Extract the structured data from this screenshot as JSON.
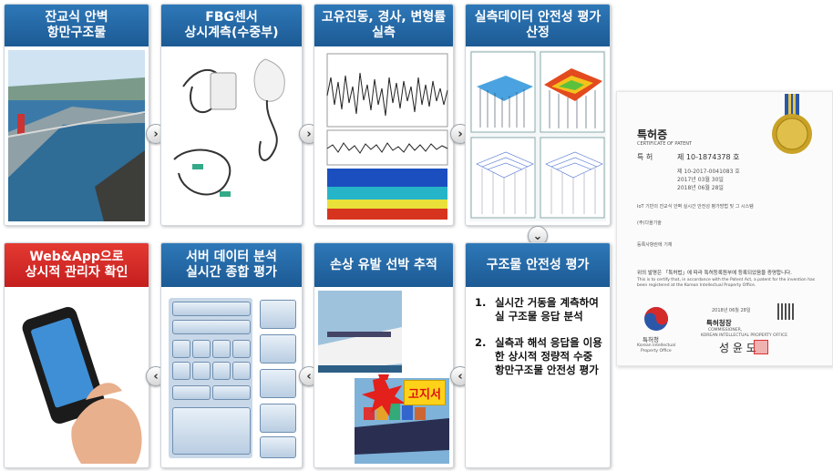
{
  "cards": {
    "c1": {
      "title_line1": "잔교식 안벽",
      "title_line2": "항만구조물"
    },
    "c2": {
      "title_line1": "FBG센서",
      "title_line2": "상시계측(수중부)"
    },
    "c3": {
      "title_line1": "고유진동, 경사, 변형률",
      "title_line2": "실측"
    },
    "c4": {
      "title_line1": "실측데이터 안전성 평가",
      "title_line2": "산정"
    },
    "c5": {
      "title_line1": "Web&App으로",
      "title_line2": "상시적 관리자 확인"
    },
    "c6": {
      "title_line1": "서버 데이터 분석",
      "title_line2": "실시간 종합 평가"
    },
    "c7": {
      "title": "손상 유발 선박 추적",
      "alert_label": "고지서"
    },
    "c8": {
      "title": "구조물 안전성 평가",
      "steps": [
        {
          "num": "1.",
          "text": "실시간 거동을 계측하여 실 구조물 응답 분석"
        },
        {
          "num": "2.",
          "text": "실측과 해석 응답을 이용한 상시적 정량적 수중 항만구조물 안전성 평가"
        }
      ]
    }
  },
  "arrows": {
    "right": "›",
    "left": "‹",
    "down": "⌄"
  },
  "certificate": {
    "title": "특허증",
    "subtitle": "CERTIFICATE OF PATENT",
    "patent_label": "특 허",
    "patent_number": "제 10-1874378 호",
    "app_number": "제 10-2017-0041083 호",
    "app_date": "2017년 03월 30일",
    "reg_date": "2018년 06월 28일",
    "invention_title": "IoT 기반의 잔교식 안벽 실시간 안전성 평가방법 및 그 시스템",
    "holder": "(주)다올기술",
    "inventor": "등록사항란에 기재",
    "statement_ko": "위의 발명은 「특허법」에 따라 특허등록원부에 등록되었음을 증명합니다.",
    "statement_en": "This is to certify that, in accordance with the Patent Act, a patent for the invention has been registered at the Korean Intellectual Property Office.",
    "issue_date": "2018년 06월 28일",
    "office_ko": "특허청장",
    "office_en1": "COMMISSIONER,",
    "office_en2": "KOREAN INTELLECTUAL PROPERTY OFFICE",
    "signature": "성 윤 모",
    "seal_label": "특허청",
    "seal_sub1": "Korean Intellectual",
    "seal_sub2": "Property Office"
  },
  "colors": {
    "header_blue": "#1c5a94",
    "header_red": "#c41e1e",
    "alert_yellow": "#ffd21a"
  }
}
